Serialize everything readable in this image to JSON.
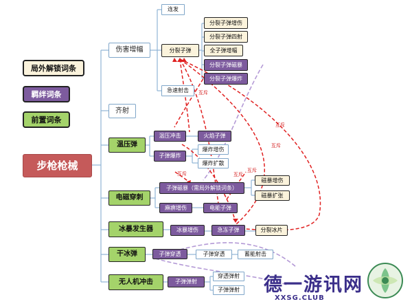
{
  "legend": {
    "permanent": "局外解锁词条",
    "synergy": "羁绊词条",
    "prerequisite": "前置词条"
  },
  "root": "步枪枪械",
  "branches": {
    "damage_up": "伤害增幅",
    "dual_shot": "齐射",
    "thermobaric": "温压弹",
    "emp_penetration": "电磁穿刺",
    "blizzard": "冰暴发生器",
    "dry_ice": "干冰弹",
    "drone_strike": "无人机冲击"
  },
  "nodes": {
    "rapid_fire": "连发",
    "split_bullet": "分裂子弹",
    "split_dmg": "分裂子弹增伤",
    "split_quad": "分裂子弹四射",
    "all_bullet_amp": "全子弹增幅",
    "split_magnet": "分裂子弹磁暴",
    "split_explode": "分裂子弹爆炸",
    "quick_fire": "急速射击",
    "thermo_impact": "温压冲击",
    "fire_bullet": "火焰子弹",
    "explode_dmg": "爆炸增伤",
    "bullet_explode": "子弹爆炸",
    "explode_expand": "爆炸扩散",
    "bullet_magnet": "子弹磁暴（需局外解锁词条）",
    "magnet_dmg": "磁暴增伤",
    "magnet_expand": "磁暴扩张",
    "paralysis_dmg": "麻痹增伤",
    "electro_bullet": "电能子弹",
    "storm_dmg": "冰暴增伤",
    "frozen_bullet": "急冻子弹",
    "split_ice": "分裂冰片",
    "pierce_bullet": "子弹穿透",
    "bullet_pierce2": "子弹穿透",
    "charge_shot": "蓄能射击",
    "sub_eject": "子弹弹射",
    "pierce_eject": "穿透弹射",
    "eject_bullet": "子弹弹射"
  },
  "exclusive_label": "互斥",
  "watermark": {
    "title": "德一游讯网",
    "subtitle": "XXSG.CLUB"
  },
  "colors": {
    "green": "#a4d36a",
    "purple": "#7d5b9e",
    "cream": "#fbf3dc",
    "root": "#c55a5a",
    "exclusive_line": "#e02020",
    "synergy_line": "#b49ad6",
    "tree_line": "#8fb3d6"
  }
}
